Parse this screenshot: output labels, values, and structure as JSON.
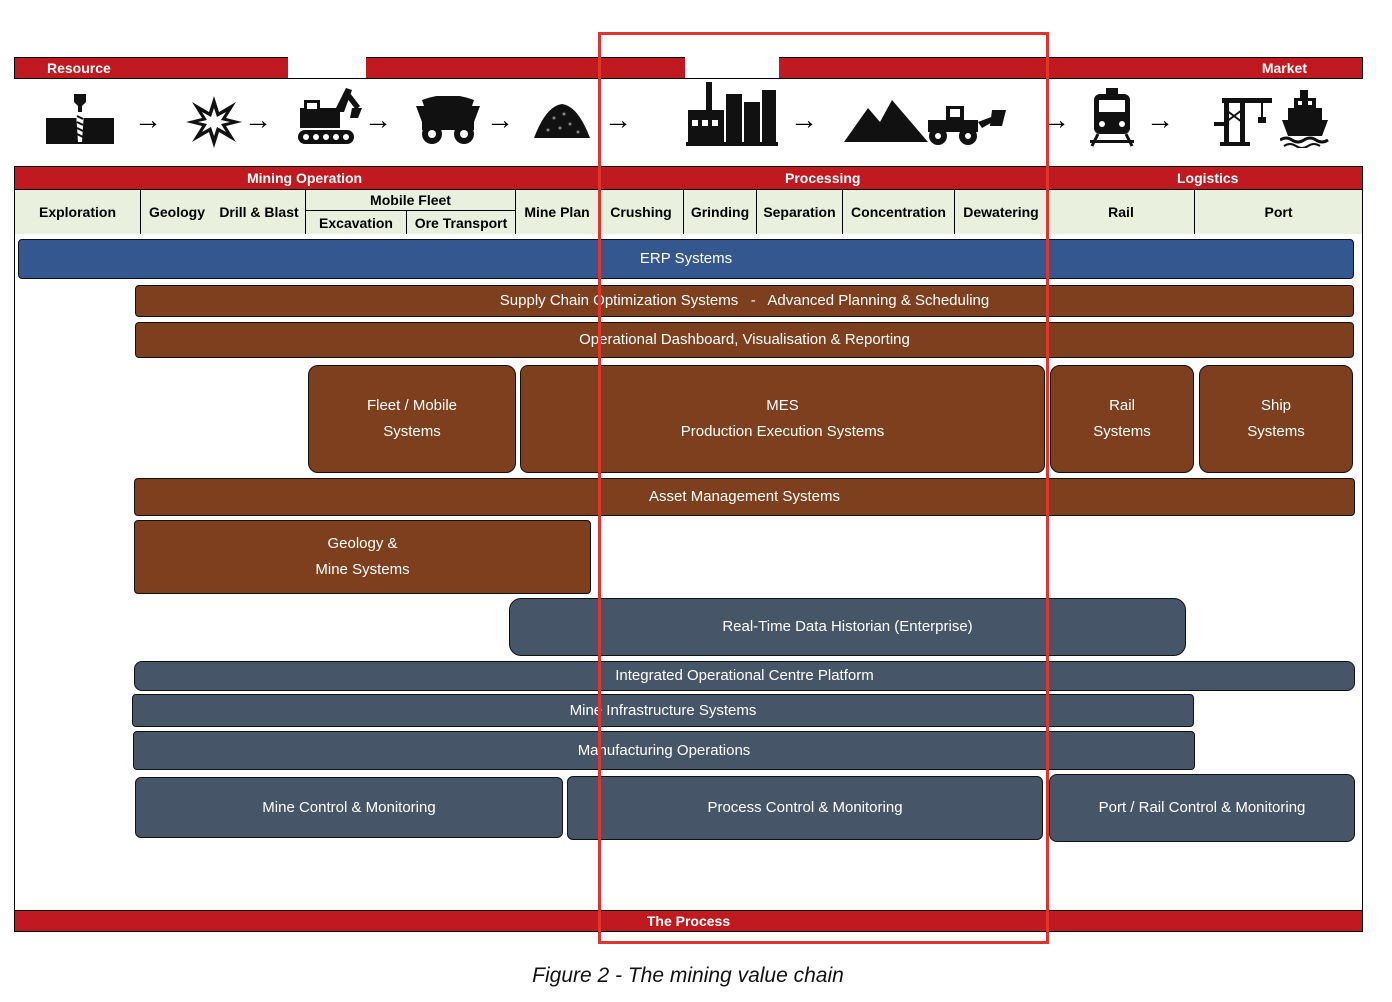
{
  "top_bar": {
    "left_label": "Resource",
    "right_label": "Market"
  },
  "stage_bar": {
    "mining": "Mining Operation",
    "processing": "Processing",
    "logistics": "Logistics"
  },
  "columns": {
    "exploration": "Exploration",
    "geology": "Geology",
    "drill_blast": "Drill & Blast",
    "mobile_fleet": "Mobile Fleet",
    "excavation": "Excavation",
    "ore_transport": "Ore Transport",
    "mine_plan": "Mine Plan",
    "crushing": "Crushing",
    "grinding": "Grinding",
    "separation": "Separation",
    "concentration": "Concentration",
    "dewatering": "Dewatering",
    "rail": "Rail",
    "port": "Port"
  },
  "systems": {
    "erp": "ERP Systems",
    "supply_chain": "Supply Chain Optimization Systems   -   Advanced Planning & Scheduling",
    "dashboard": "Operational Dashboard, Visualisation & Reporting",
    "fleet_line1": "Fleet / Mobile",
    "fleet_line2": "Systems",
    "mes_line1": "MES",
    "mes_line2": "Production Execution Systems",
    "rail_line1": "Rail",
    "rail_line2": "Systems",
    "ship_line1": "Ship",
    "ship_line2": "Systems",
    "asset": "Asset Management Systems",
    "geology_line1": "Geology &",
    "geology_line2": "Mine Systems",
    "historian": "Real-Time Data Historian (Enterprise)",
    "ioc": "Integrated Operational Centre Platform",
    "infrastructure": "Mine Infrastructure Systems",
    "manufacturing": "Manufacturing Operations",
    "mine_control": "Mine Control & Monitoring",
    "process_control": "Process Control & Monitoring",
    "port_rail_control": "Port / Rail Control & Monitoring"
  },
  "bottom_bar": {
    "label": "The Process"
  },
  "caption": "Figure 2 - The mining value chain",
  "icons": [
    "drill-icon",
    "explosion-icon",
    "excavator-icon",
    "haul-truck-icon",
    "ore-pile-icon",
    "processing-plant-icon",
    "stockpile-icon",
    "wheel-loader-icon",
    "train-icon",
    "port-crane-icon",
    "ship-icon"
  ],
  "colors": {
    "red": "#c0191f",
    "header_green": "#e9f0dd",
    "brown": "#7d3f1d",
    "blue": "#34578f",
    "slate": "#475569",
    "highlight": "#e0342c"
  }
}
